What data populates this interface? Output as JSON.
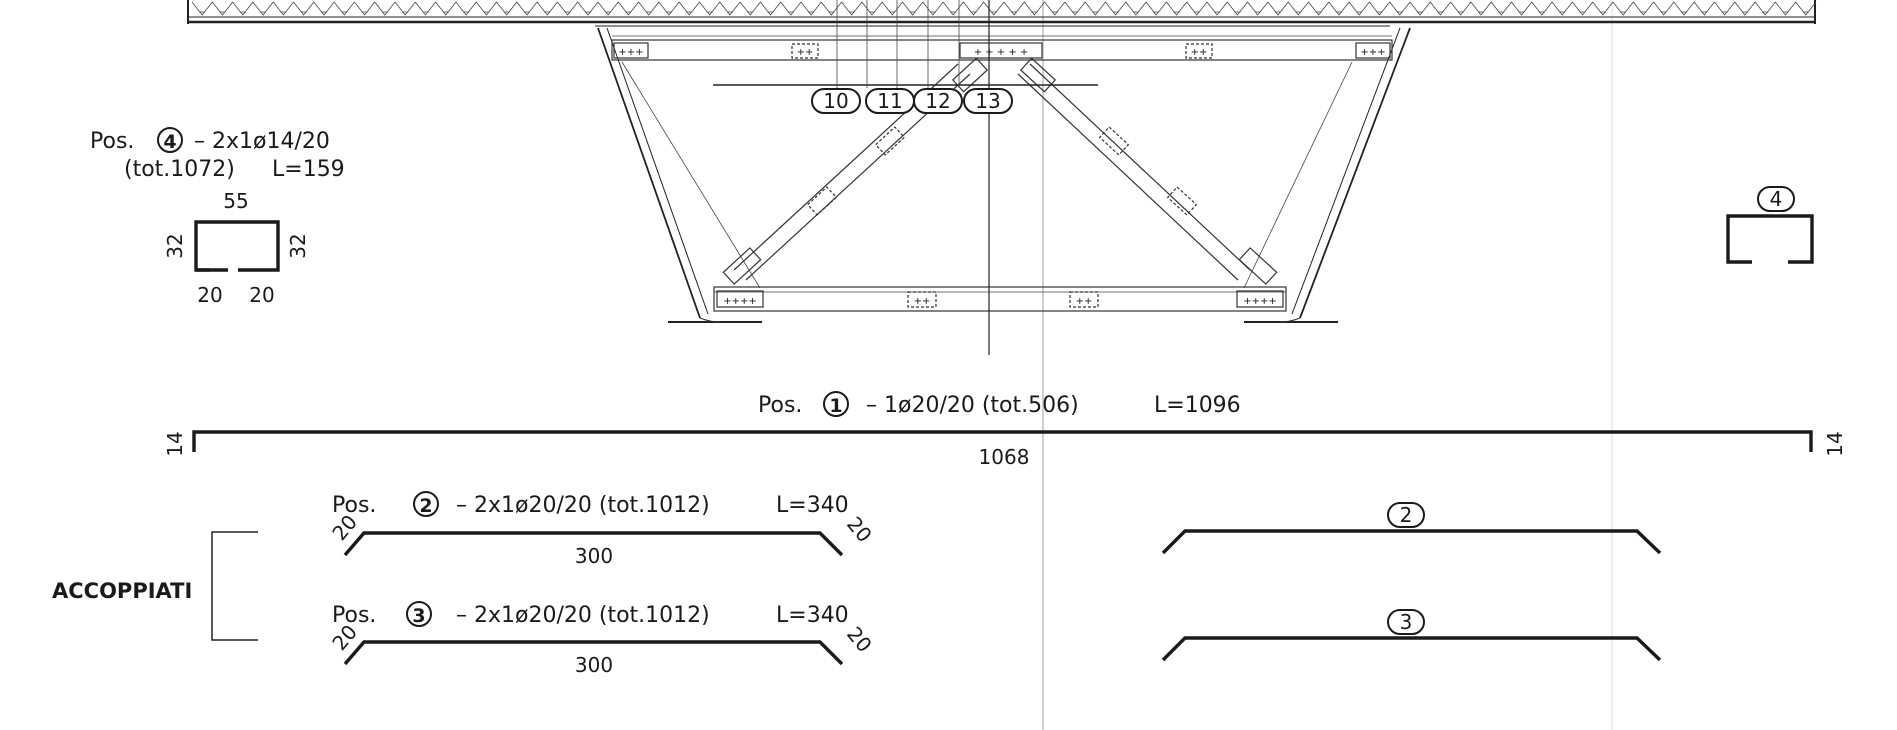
{
  "colors": {
    "ink": "#1a1a1a",
    "paper": "#ffffff",
    "fold": "#c8d2dc"
  },
  "callouts": [
    "10",
    "11",
    "12",
    "13"
  ],
  "pos4": {
    "mark": "4",
    "prefix": "Pos.",
    "spec": "– 2x1ø14/20",
    "tot": "(tot.1072)",
    "length": "L=159",
    "dim_top": "55",
    "dim_left": "32",
    "dim_right": "32",
    "dim_bottom_left": "20",
    "dim_bottom_right": "20"
  },
  "pos1": {
    "mark": "1",
    "prefix": "Pos.",
    "spec": "– 1ø20/20 (tot.506)",
    "length": "L=1096",
    "dim_main": "1068",
    "dim_left": "14",
    "dim_right": "14"
  },
  "pos2": {
    "mark": "2",
    "prefix": "Pos.",
    "spec": "– 2x1ø20/20 (tot.1012)",
    "length": "L=340",
    "dim_main": "300",
    "dim_left": "20",
    "dim_right": "20"
  },
  "pos3": {
    "mark": "3",
    "prefix": "Pos.",
    "spec": "– 2x1ø20/20 (tot.1012)",
    "length": "L=340",
    "dim_main": "300",
    "dim_left": "20",
    "dim_right": "20"
  },
  "group_label": "ACCOPPIATI",
  "bolt_labels": {
    "triple": "+++",
    "double": "++",
    "quad": "++++"
  }
}
